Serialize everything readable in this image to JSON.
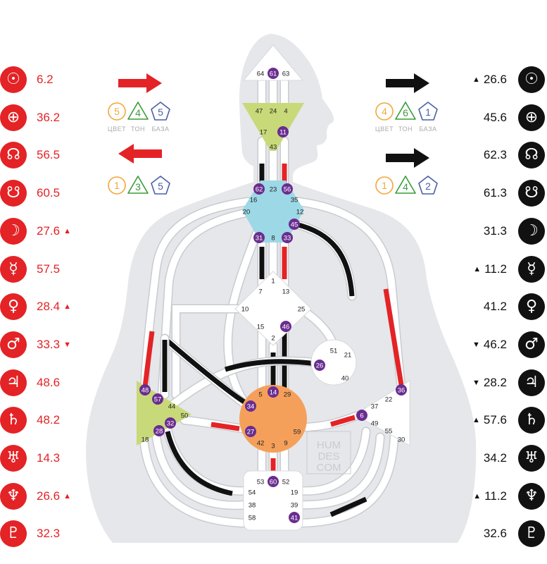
{
  "design": [
    {
      "icon": "sun-icon",
      "glyph": "☉",
      "value": "6.2",
      "mark": ""
    },
    {
      "icon": "earth-icon",
      "glyph": "⊕",
      "value": "36.2",
      "mark": ""
    },
    {
      "icon": "north-node-icon",
      "glyph": "☊",
      "value": "56.5",
      "mark": ""
    },
    {
      "icon": "south-node-icon",
      "glyph": "☋",
      "value": "60.5",
      "mark": ""
    },
    {
      "icon": "moon-icon",
      "glyph": "☽",
      "value": "27.6",
      "mark": "▲"
    },
    {
      "icon": "mercury-icon",
      "glyph": "☿",
      "value": "57.5",
      "mark": ""
    },
    {
      "icon": "venus-icon",
      "glyph": "♀",
      "value": "28.4",
      "mark": "▲"
    },
    {
      "icon": "mars-icon",
      "glyph": "♂",
      "value": "33.3",
      "mark": "▼"
    },
    {
      "icon": "jupiter-icon",
      "glyph": "♃",
      "value": "48.6",
      "mark": ""
    },
    {
      "icon": "saturn-icon",
      "glyph": "♄",
      "value": "48.2",
      "mark": ""
    },
    {
      "icon": "uranus-icon",
      "glyph": "♅",
      "value": "14.3",
      "mark": ""
    },
    {
      "icon": "neptune-icon",
      "glyph": "♆",
      "value": "26.6",
      "mark": "▲"
    },
    {
      "icon": "pluto-icon",
      "glyph": "♇",
      "value": "32.3",
      "mark": ""
    }
  ],
  "personality": [
    {
      "icon": "sun-icon",
      "glyph": "☉",
      "value": "26.6",
      "mark": "▲"
    },
    {
      "icon": "earth-icon",
      "glyph": "⊕",
      "value": "45.6",
      "mark": ""
    },
    {
      "icon": "north-node-icon",
      "glyph": "☊",
      "value": "62.3",
      "mark": ""
    },
    {
      "icon": "south-node-icon",
      "glyph": "☋",
      "value": "61.3",
      "mark": ""
    },
    {
      "icon": "moon-icon",
      "glyph": "☽",
      "value": "31.3",
      "mark": ""
    },
    {
      "icon": "mercury-icon",
      "glyph": "☿",
      "value": "11.2",
      "mark": "▲"
    },
    {
      "icon": "venus-icon",
      "glyph": "♀",
      "value": "41.2",
      "mark": ""
    },
    {
      "icon": "mars-icon",
      "glyph": "♂",
      "value": "46.2",
      "mark": "▼"
    },
    {
      "icon": "jupiter-icon",
      "glyph": "♃",
      "value": "28.2",
      "mark": "▼"
    },
    {
      "icon": "saturn-icon",
      "glyph": "♄",
      "value": "57.6",
      "mark": "▲"
    },
    {
      "icon": "uranus-icon",
      "glyph": "♅",
      "value": "34.2",
      "mark": ""
    },
    {
      "icon": "neptune-icon",
      "glyph": "♆",
      "value": "11.2",
      "mark": "▲"
    },
    {
      "icon": "pluto-icon",
      "glyph": "♇",
      "value": "32.6",
      "mark": ""
    }
  ],
  "variables": {
    "left_top": {
      "color": "5",
      "tone": "4",
      "base": "5"
    },
    "left_bottom": {
      "color": "1",
      "tone": "3",
      "base": "5"
    },
    "right_top": {
      "color": "4",
      "tone": "6",
      "base": "1"
    },
    "right_bottom": {
      "color": "1",
      "tone": "4",
      "base": "2"
    },
    "labels": {
      "color": "ЦВЕТ",
      "tone": "ТОН",
      "base": "БАЗА"
    }
  },
  "watermark": "HUM DES COM",
  "colors": {
    "design": "#e32326",
    "personality": "#111111",
    "gate_active": "#6a2d8f",
    "head": "#ffffff",
    "ajna": "#c8d97a",
    "throat": "#9dd8e6",
    "g": "#ffffff",
    "ego": "#ffffff",
    "spleen": "#c8d97a",
    "sacral": "#f5a05a",
    "solar": "#ffffff",
    "root": "#ffffff",
    "silhouette": "#e6e7ea",
    "channel_base": "#ffffff",
    "channel_shadow": "#c9cbd0"
  },
  "centers": {
    "head": {
      "gates": [
        {
          "n": "64",
          "active": false
        },
        {
          "n": "61",
          "active": true
        },
        {
          "n": "63",
          "active": false
        }
      ]
    },
    "ajna": {
      "gates": [
        {
          "n": "47",
          "active": false
        },
        {
          "n": "24",
          "active": false
        },
        {
          "n": "4",
          "active": false
        },
        {
          "n": "17",
          "active": false
        },
        {
          "n": "11",
          "active": true
        },
        {
          "n": "43",
          "active": false
        }
      ]
    },
    "throat": {
      "gates": [
        {
          "n": "62",
          "active": true
        },
        {
          "n": "23",
          "active": false
        },
        {
          "n": "56",
          "active": true
        },
        {
          "n": "16",
          "active": false
        },
        {
          "n": "35",
          "active": false
        },
        {
          "n": "20",
          "active": false
        },
        {
          "n": "12",
          "active": false
        },
        {
          "n": "45",
          "active": true
        },
        {
          "n": "31",
          "active": true
        },
        {
          "n": "8",
          "active": false
        },
        {
          "n": "33",
          "active": true
        }
      ]
    },
    "g": {
      "gates": [
        {
          "n": "1",
          "active": false
        },
        {
          "n": "7",
          "active": false
        },
        {
          "n": "13",
          "active": false
        },
        {
          "n": "10",
          "active": false
        },
        {
          "n": "25",
          "active": false
        },
        {
          "n": "15",
          "active": false
        },
        {
          "n": "46",
          "active": true
        },
        {
          "n": "2",
          "active": false
        }
      ]
    },
    "ego": {
      "gates": [
        {
          "n": "51",
          "active": false
        },
        {
          "n": "21",
          "active": false
        },
        {
          "n": "26",
          "active": true
        },
        {
          "n": "40",
          "active": false
        }
      ]
    },
    "spleen": {
      "gates": [
        {
          "n": "48",
          "active": true
        },
        {
          "n": "57",
          "active": true
        },
        {
          "n": "44",
          "active": false
        },
        {
          "n": "50",
          "active": false
        },
        {
          "n": "32",
          "active": true
        },
        {
          "n": "28",
          "active": true
        },
        {
          "n": "18",
          "active": false
        }
      ]
    },
    "sacral": {
      "gates": [
        {
          "n": "5",
          "active": false
        },
        {
          "n": "14",
          "active": true
        },
        {
          "n": "29",
          "active": false
        },
        {
          "n": "34",
          "active": true
        },
        {
          "n": "27",
          "active": true
        },
        {
          "n": "59",
          "active": false
        },
        {
          "n": "42",
          "active": false
        },
        {
          "n": "3",
          "active": false
        },
        {
          "n": "9",
          "active": false
        }
      ]
    },
    "solar": {
      "gates": [
        {
          "n": "36",
          "active": true
        },
        {
          "n": "22",
          "active": false
        },
        {
          "n": "37",
          "active": false
        },
        {
          "n": "6",
          "active": true
        },
        {
          "n": "49",
          "active": false
        },
        {
          "n": "55",
          "active": false
        },
        {
          "n": "30",
          "active": false
        }
      ]
    },
    "root": {
      "gates": [
        {
          "n": "53",
          "active": false
        },
        {
          "n": "60",
          "active": true
        },
        {
          "n": "52",
          "active": false
        },
        {
          "n": "54",
          "active": false
        },
        {
          "n": "19",
          "active": false
        },
        {
          "n": "38",
          "active": false
        },
        {
          "n": "39",
          "active": false
        },
        {
          "n": "58",
          "active": false
        },
        {
          "n": "41",
          "active": true
        }
      ]
    }
  }
}
